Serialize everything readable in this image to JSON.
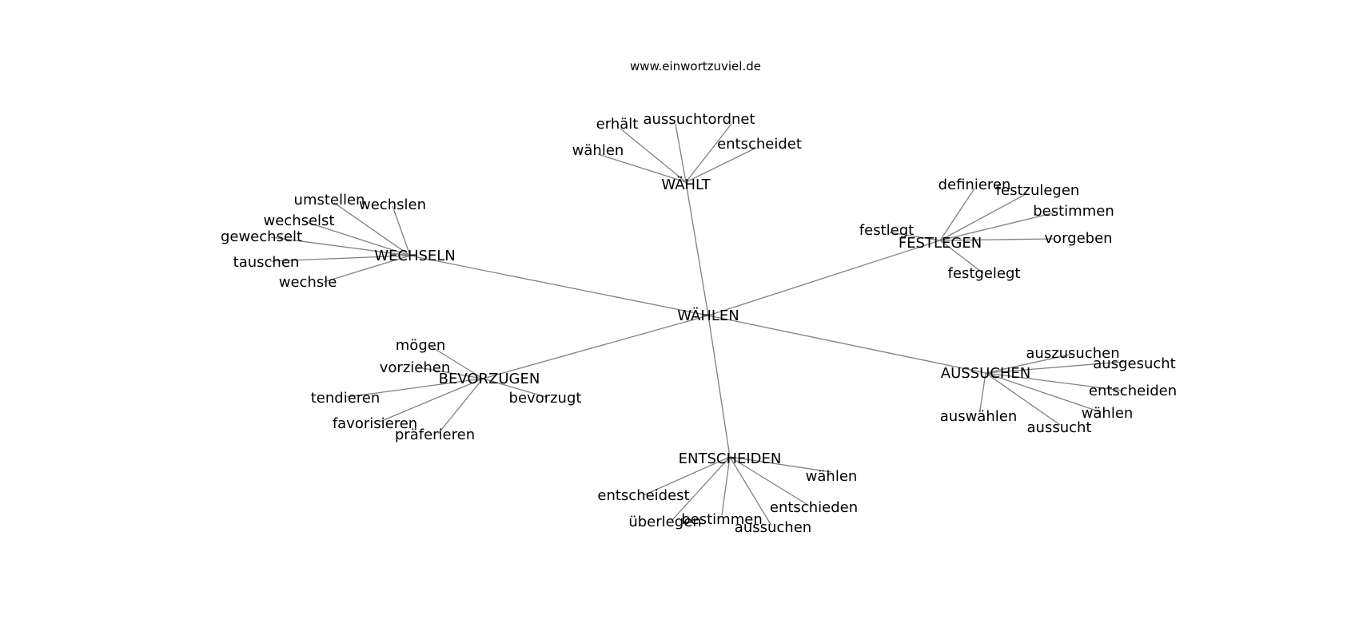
{
  "header": {
    "site": "www.einwortzuviel.de"
  },
  "graph": {
    "center": "WÄHLEN",
    "hubs": [
      {
        "id": "waehlt",
        "label": "WÄHLT",
        "leaves": [
          {
            "id": "waehlt-erhaelt",
            "label": "erhält"
          },
          {
            "id": "waehlt-aussucht",
            "label": "aussucht"
          },
          {
            "id": "waehlt-ordnet",
            "label": "ordnet"
          },
          {
            "id": "waehlt-waehlen",
            "label": "wählen"
          },
          {
            "id": "waehlt-entscheidet",
            "label": "entscheidet"
          }
        ]
      },
      {
        "id": "wechseln",
        "label": "WECHSELN",
        "leaves": [
          {
            "id": "wechseln-umstellen",
            "label": "umstellen"
          },
          {
            "id": "wechseln-wechslen",
            "label": "wechslen"
          },
          {
            "id": "wechseln-wechselst",
            "label": "wechselst"
          },
          {
            "id": "wechseln-gewechselt",
            "label": "gewechselt"
          },
          {
            "id": "wechseln-tauschen",
            "label": "tauschen"
          },
          {
            "id": "wechseln-wechsle",
            "label": "wechsle"
          }
        ]
      },
      {
        "id": "festlegen",
        "label": "FESTLEGEN",
        "leaves": [
          {
            "id": "festlegen-definieren",
            "label": "definieren"
          },
          {
            "id": "festlegen-festzulegen",
            "label": "festzulegen"
          },
          {
            "id": "festlegen-bestimmen",
            "label": "bestimmen"
          },
          {
            "id": "festlegen-festlegt",
            "label": "festlegt"
          },
          {
            "id": "festlegen-vorgeben",
            "label": "vorgeben"
          },
          {
            "id": "festlegen-festgelegt",
            "label": "festgelegt"
          }
        ]
      },
      {
        "id": "bevorzugen",
        "label": "BEVORZUGEN",
        "leaves": [
          {
            "id": "bevorzugen-moegen",
            "label": "mögen"
          },
          {
            "id": "bevorzugen-vorziehen",
            "label": "vorziehen"
          },
          {
            "id": "bevorzugen-tendieren",
            "label": "tendieren"
          },
          {
            "id": "bevorzugen-bevorzugt",
            "label": "bevorzugt"
          },
          {
            "id": "bevorzugen-favorisieren",
            "label": "favorisieren"
          },
          {
            "id": "bevorzugen-praeferieren",
            "label": "präferieren"
          }
        ]
      },
      {
        "id": "aussuchen",
        "label": "AUSSUCHEN",
        "leaves": [
          {
            "id": "aussuchen-auszusuchen",
            "label": "auszusuchen"
          },
          {
            "id": "aussuchen-ausgesucht",
            "label": "ausgesucht"
          },
          {
            "id": "aussuchen-entscheiden",
            "label": "entscheiden"
          },
          {
            "id": "aussuchen-waehlen",
            "label": "wählen"
          },
          {
            "id": "aussuchen-auswaehlen",
            "label": "auswählen"
          },
          {
            "id": "aussuchen-aussucht",
            "label": "aussucht"
          }
        ]
      },
      {
        "id": "entscheiden",
        "label": "ENTSCHEIDEN",
        "leaves": [
          {
            "id": "entscheiden-waehlen",
            "label": "wählen"
          },
          {
            "id": "entscheiden-entscheidest",
            "label": "entscheidest"
          },
          {
            "id": "entscheiden-entschieden",
            "label": "entschieden"
          },
          {
            "id": "entscheiden-ueberlegen",
            "label": "überlegen"
          },
          {
            "id": "entscheiden-bestimmen",
            "label": "bestimmen"
          },
          {
            "id": "entscheiden-aussuchen",
            "label": "aussuchen"
          }
        ]
      }
    ]
  }
}
